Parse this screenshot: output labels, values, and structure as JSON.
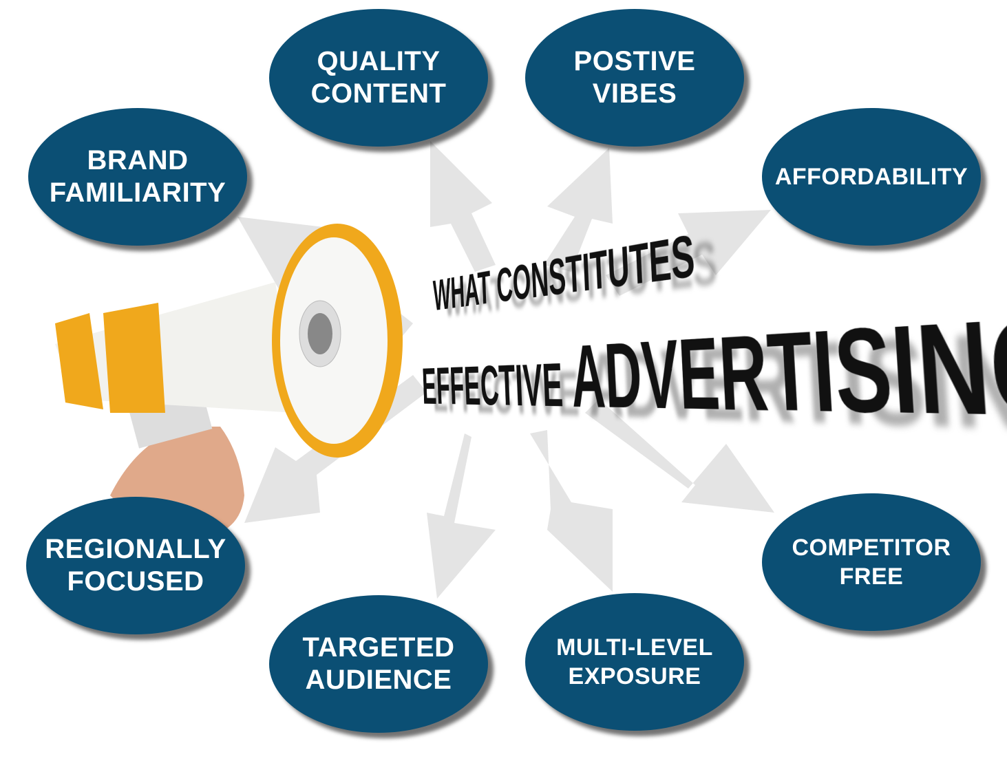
{
  "title": {
    "line1": "WHAT CONSTITUTES",
    "line2_a": "EFFECTIVE ",
    "line2_b": "ADVERTISING"
  },
  "bubbles": [
    {
      "label": "QUALITY\nCONTENT"
    },
    {
      "label": "POSTIVE\nVIBES"
    },
    {
      "label": "BRAND\nFAMILIARITY"
    },
    {
      "label": "AFFORDABILITY"
    },
    {
      "label": "REGIONALLY\nFOCUSED"
    },
    {
      "label": "TARGETED\nAUDIENCE"
    },
    {
      "label": "MULTI-LEVEL\nEXPOSURE"
    },
    {
      "label": "COMPETITOR\nFREE"
    }
  ],
  "colors": {
    "bubble": "#0b4f74",
    "arrow": "#e4e4e4",
    "megaphone_accent": "#f0a81c"
  }
}
